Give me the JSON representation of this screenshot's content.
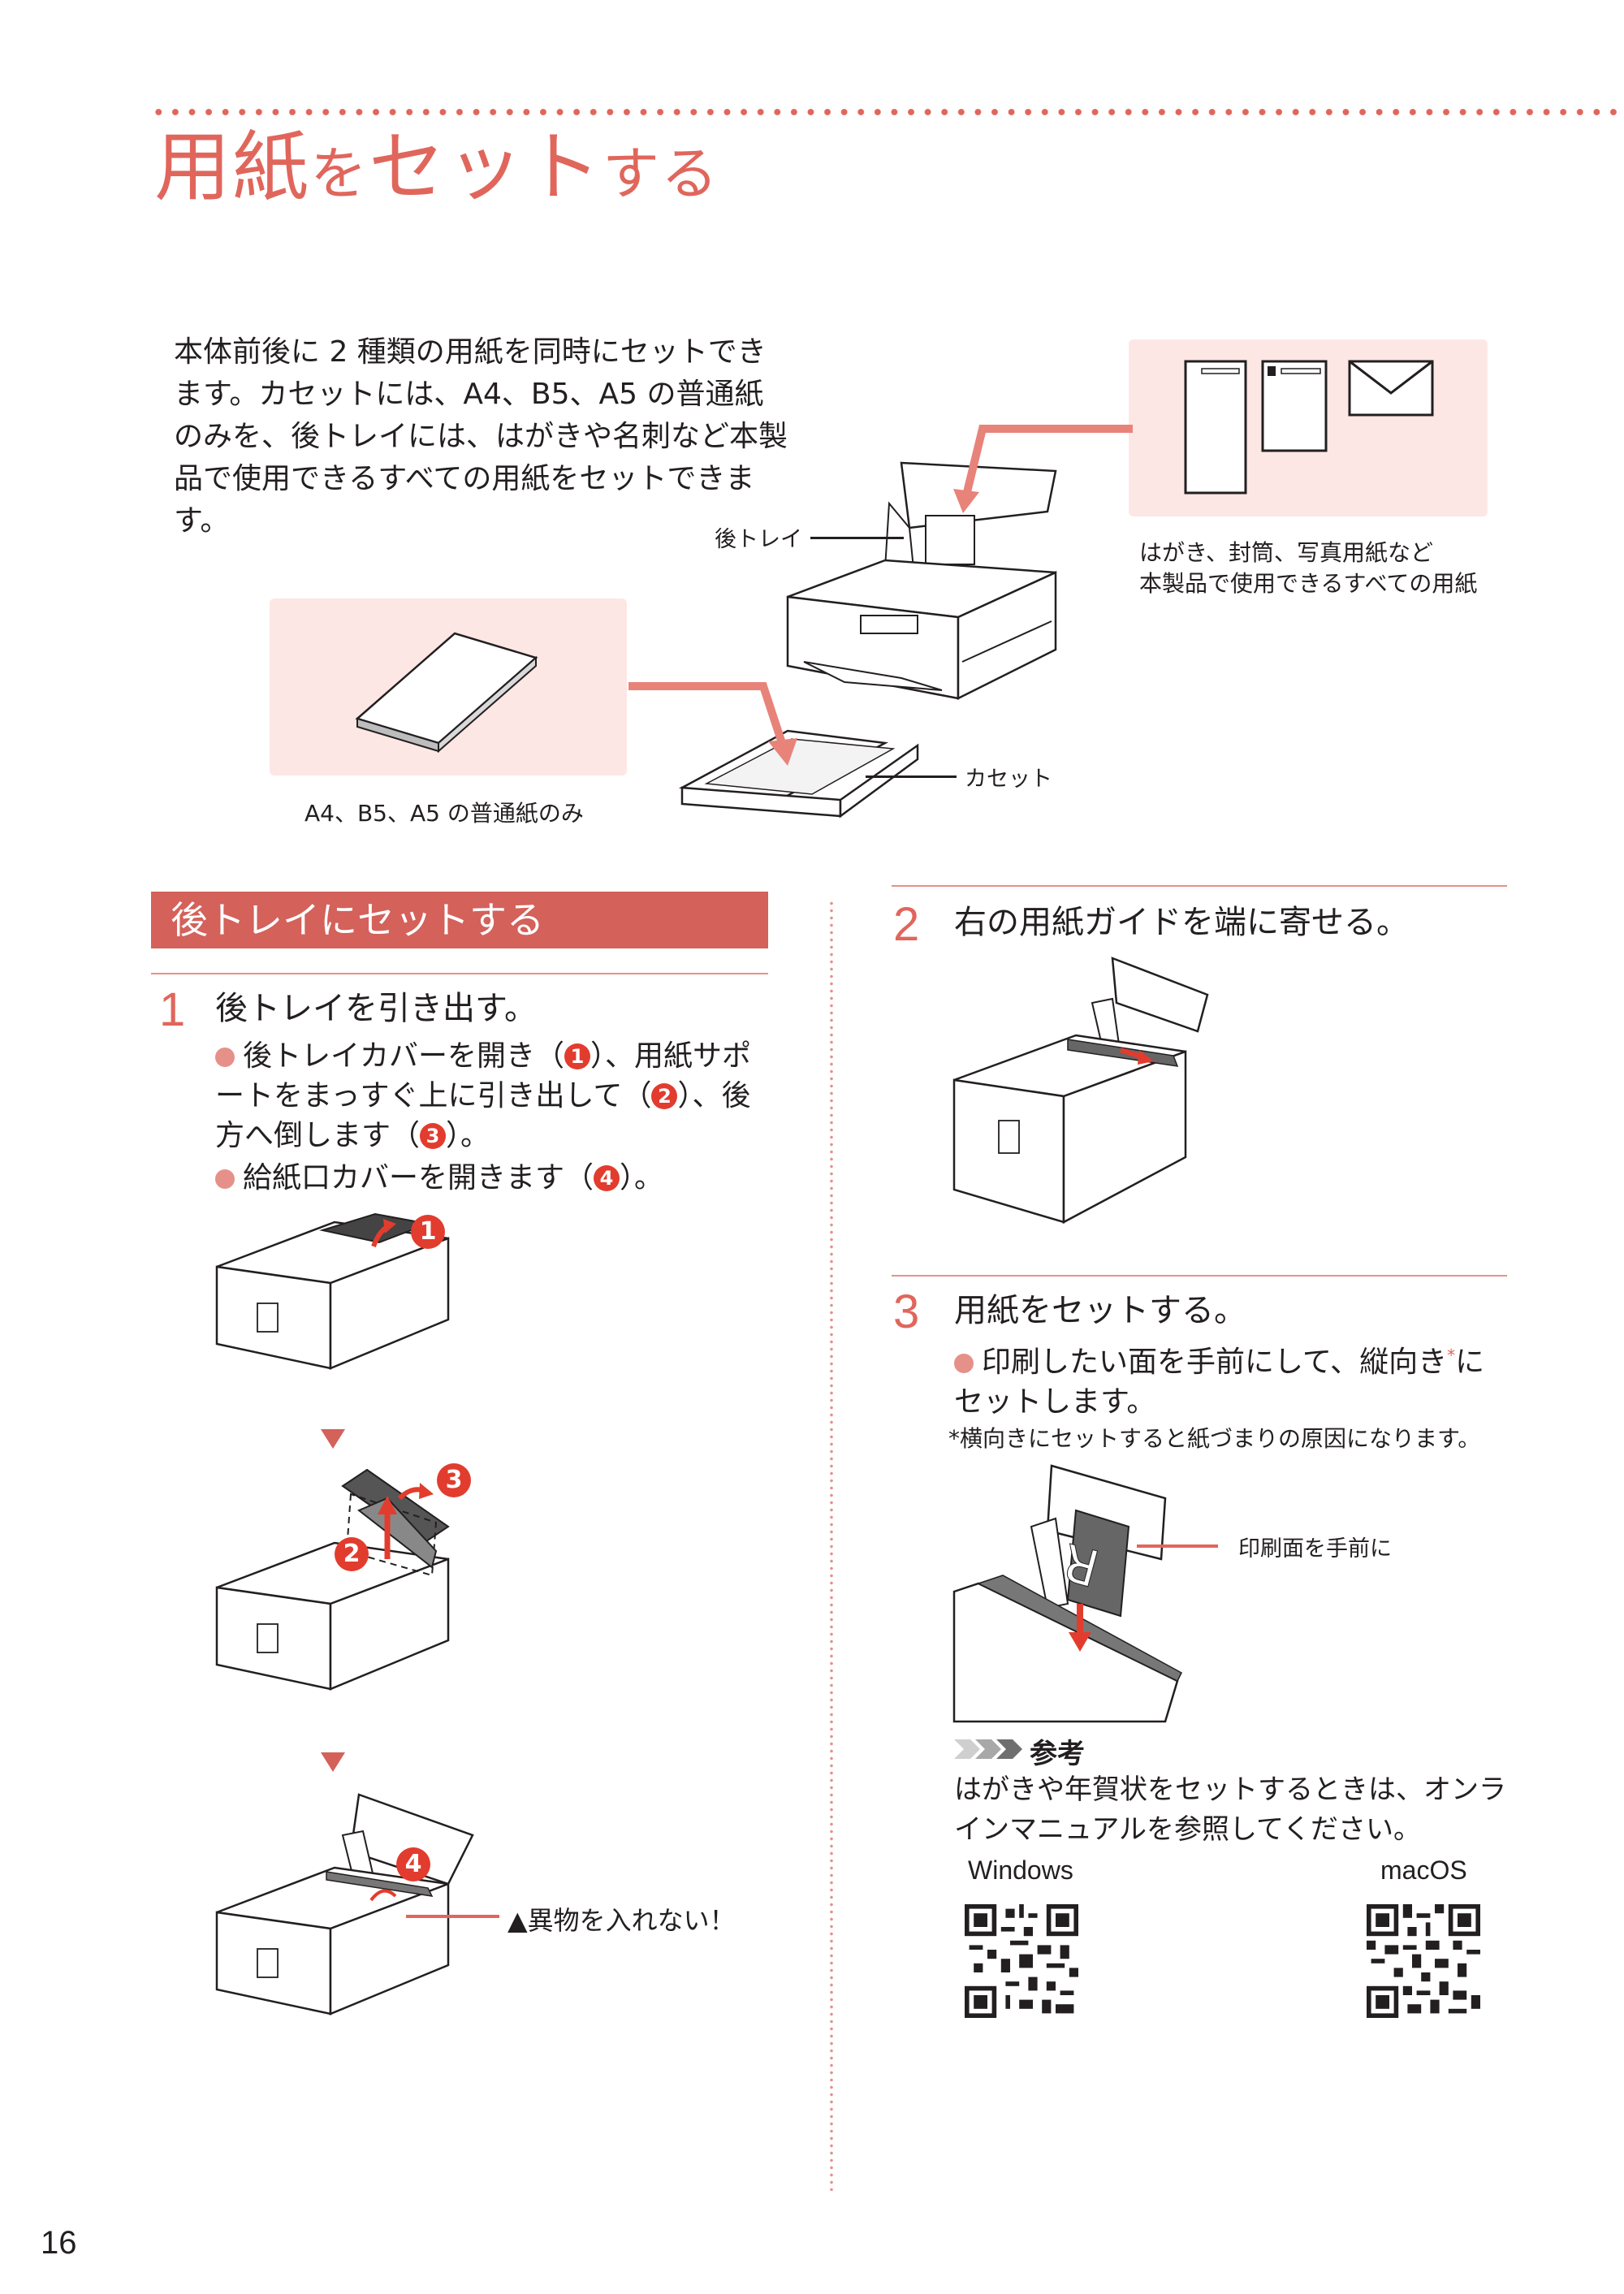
{
  "header": {
    "title_part1": "用紙",
    "title_part2": "を",
    "title_part3": "セット",
    "title_part4": "する"
  },
  "intro_text": "本体前後に 2 種類の用紙を同時にセットできます。カセットには、A4、B5、A5 の普通紙のみを、後トレイには、はがきや名刺など本製品で使用できるすべての用紙をセットできます。",
  "overview": {
    "rear_tray_label": "後トレイ",
    "cassette_label": "カセット",
    "rear_caption_line1": "はがき、封筒、写真用紙など",
    "rear_caption_line2": "本製品で使用できるすべての用紙",
    "cassette_caption": "A4、B5、A5 の普通紙のみ"
  },
  "section": {
    "title": "後トレイにセットする"
  },
  "step1": {
    "number": "1",
    "title": "後トレイを引き出す。",
    "bullet1_a": "後トレイカバーを開き（",
    "bullet1_b": "）、用紙サポートをまっすぐ上に引き出して（",
    "bullet1_c": "）、後方へ倒します（",
    "bullet1_d": "）。",
    "bullet2_a": "給紙口カバーを開きます（",
    "bullet2_b": "）。",
    "n1": "1",
    "n2": "2",
    "n3": "3",
    "n4": "4",
    "warning": "異物を入れない！"
  },
  "step2": {
    "number": "2",
    "title": "右の用紙ガイドを端に寄せる。"
  },
  "step3": {
    "number": "3",
    "title": "用紙をセットする。",
    "bullet_a": "印刷したい面を手前にして、縦向き",
    "bullet_mark": "*",
    "bullet_b": "にセットします。",
    "footnote": "*横向きにセットすると紙づまりの原因になります。",
    "print_side_label": "印刷面を手前に",
    "paper_letter": "R"
  },
  "note": {
    "heading": "参考",
    "text": "はがきや年賀状をセットするときは、オンラインマニュアルを参照してください。",
    "windows_label": "Windows",
    "mac_label": "macOS"
  },
  "page_number": "16",
  "colors": {
    "accent": "#e0665c",
    "section_bar": "#d4615a",
    "pink_box": "#fde7e4",
    "number_badge": "#e23c2e"
  }
}
